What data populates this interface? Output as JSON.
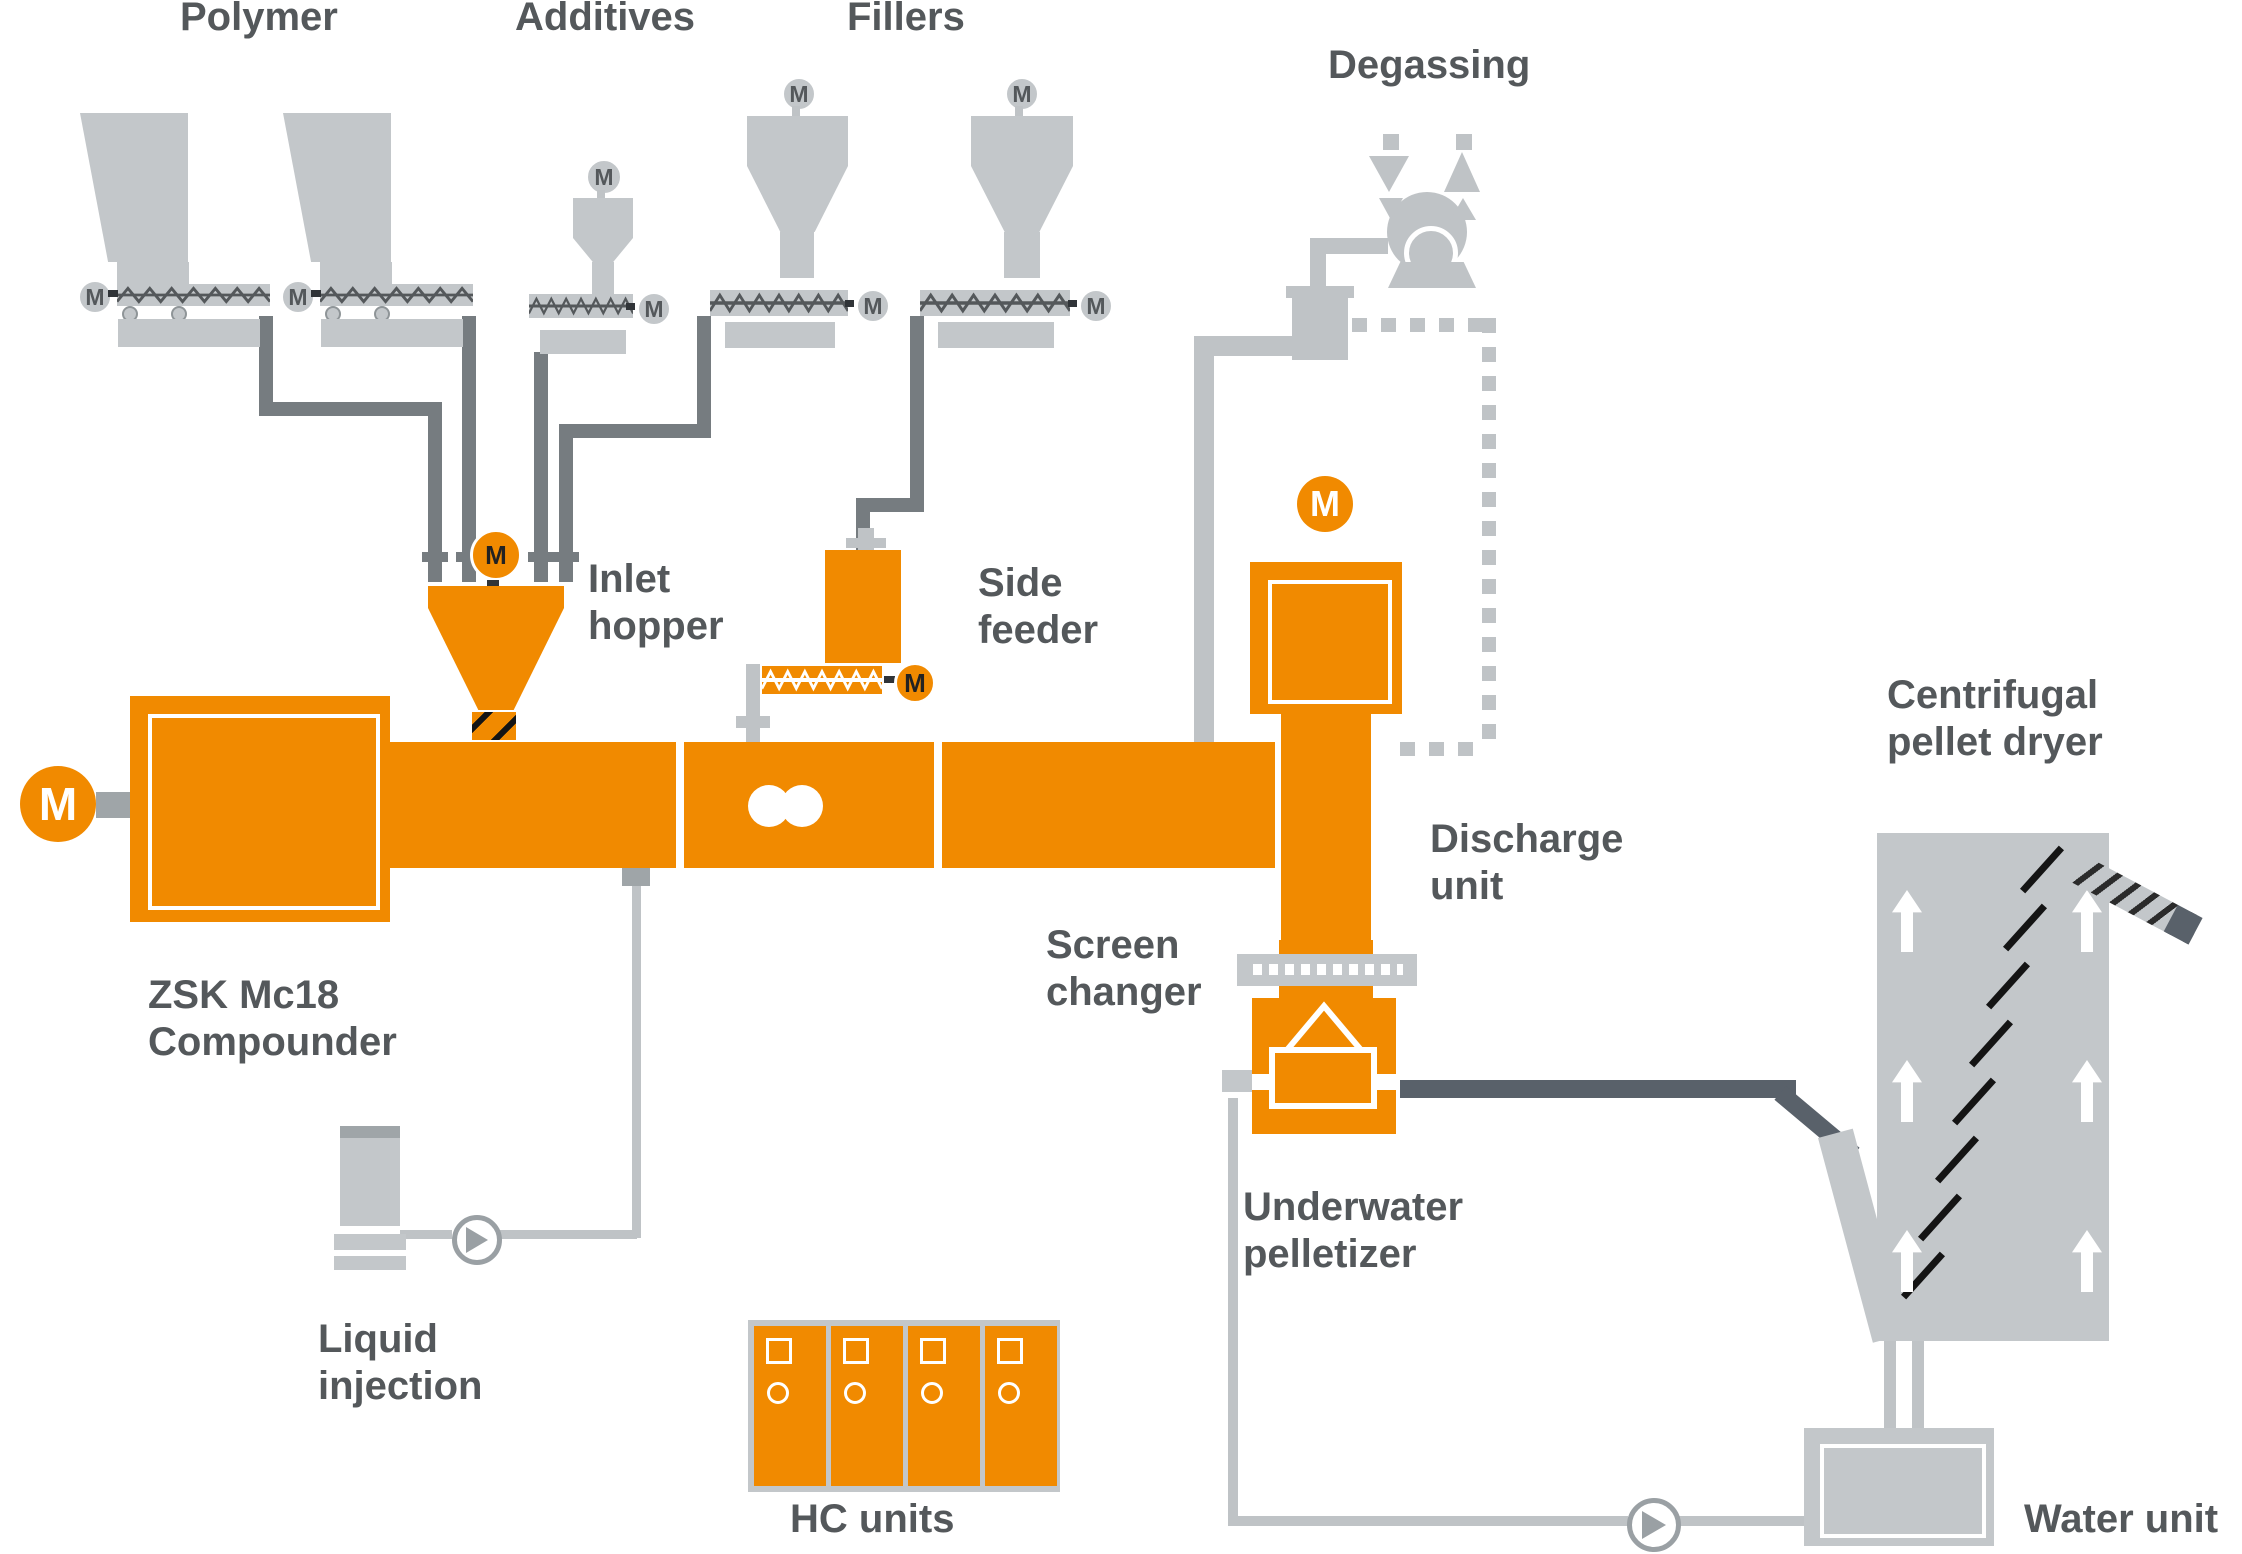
{
  "colors": {
    "accent_orange": "#F18A00",
    "equipment_gray": "#C3C7CA",
    "feed_pipe_gray": "#767C80",
    "light_pipe_gray": "#BFC3C6",
    "dark_pipe_gray": "#59616A",
    "label_text": "#54585B",
    "screw_black": "#141414"
  },
  "labels": {
    "polymer": "Polymer",
    "additives": "Additives",
    "fillers": "Fillers",
    "degassing": "Degassing",
    "inlet_hopper": {
      "line1": "Inlet",
      "line2": "hopper"
    },
    "side_feeder": {
      "line1": "Side",
      "line2": "feeder"
    },
    "compounder": {
      "line1": "ZSK Mc18",
      "line2": "Compounder"
    },
    "discharge_unit": {
      "line1": "Discharge",
      "line2": "unit"
    },
    "screen_changer": {
      "line1": "Screen",
      "line2": "changer"
    },
    "underwater_pelletizer": {
      "line1": "Underwater",
      "line2": "pelletizer"
    },
    "pellet_dryer": {
      "line1": "Centrifugal",
      "line2": "pellet dryer"
    },
    "liquid_injection": {
      "line1": "Liquid",
      "line2": "injection"
    },
    "hc_units": "HC units",
    "water_unit": "Water unit",
    "motor": "M"
  }
}
